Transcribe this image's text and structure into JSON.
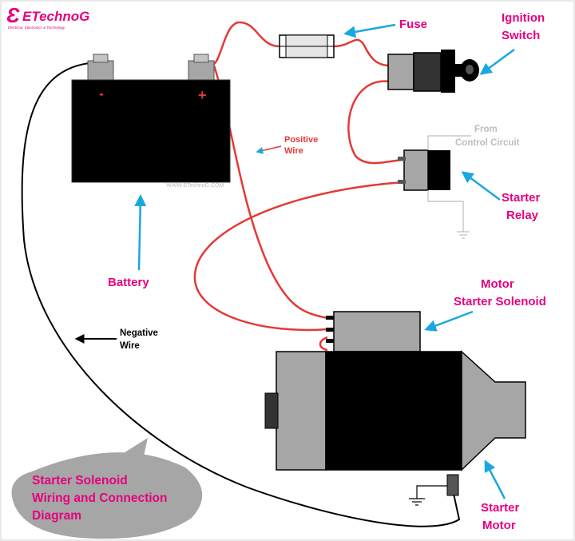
{
  "logo": {
    "name": "ETechnoG",
    "tagline": "Electrical, Electronics & Technology"
  },
  "watermark": "WWW.ETechnoG.COM",
  "terminals": {
    "negative": "-",
    "positive": "+"
  },
  "labels": {
    "fuse": "Fuse",
    "ignition_switch": [
      "Ignition",
      "Switch"
    ],
    "from_control_circuit": [
      "From",
      "Control Circuit"
    ],
    "starter_relay": [
      "Starter",
      "Relay"
    ],
    "positive_wire": [
      "Positive",
      "Wire"
    ],
    "battery": "Battery",
    "motor_starter_solenoid": [
      "Motor",
      "Starter Solenoid"
    ],
    "negative_wire": [
      "Negative",
      "Wire"
    ],
    "starter_motor": [
      "Starter",
      "Motor"
    ]
  },
  "title_bubble": [
    "Starter Solenoid",
    "Wiring and Connection",
    "Diagram"
  ],
  "colors": {
    "label_magenta": "#e6007e",
    "arrow_blue": "#1aa7e0",
    "wire_red": "#e53935",
    "wire_black": "#000000",
    "body_black": "#000000",
    "part_grey": "#a6a6a6",
    "bubble_grey": "#a6a6a6",
    "faint_grey": "#bdbdbd"
  }
}
